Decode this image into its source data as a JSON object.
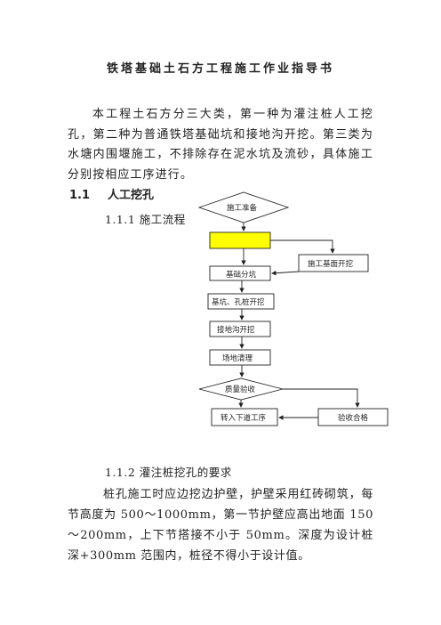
{
  "document": {
    "title": "铁塔基础土石方工程施工作业指导书",
    "intro": "本工程土石方分三大类，第一种为灌注桩人工挖孔，第二种为普通铁塔基础坑和接地沟开挖。第三类为水塘内围堰施工，不排除存在泥水坑及流砂，具体施工分别按相应工序进行。",
    "section_1_1": {
      "number": "1.1",
      "title": "人工挖孔"
    },
    "section_1_1_1": "1.1.1 施工流程",
    "section_1_1_2": "1.1.2 灌注桩挖孔的要求",
    "requirements": "桩孔施工时应边挖边护壁，护壁采用红砖砌筑，每节高度为 500～1000mm，第一节护壁应高出地面 150～200mm，上下节搭接不小于 50mm。深度为设计桩深+300mm 范围内，桩径不得小于设计值。"
  },
  "flowchart": {
    "start": "施工准备",
    "blank_box": "",
    "foundation_excavation": "施工基面开挖",
    "layout": "基础分坑",
    "pit_excavation": "基坑、孔桩开挖",
    "ground_trench": "接地沟开挖",
    "site_cleanup": "场地清理",
    "quality_check": "质量验收",
    "next_process": "转入下道工序",
    "accepted": "验收合格"
  }
}
